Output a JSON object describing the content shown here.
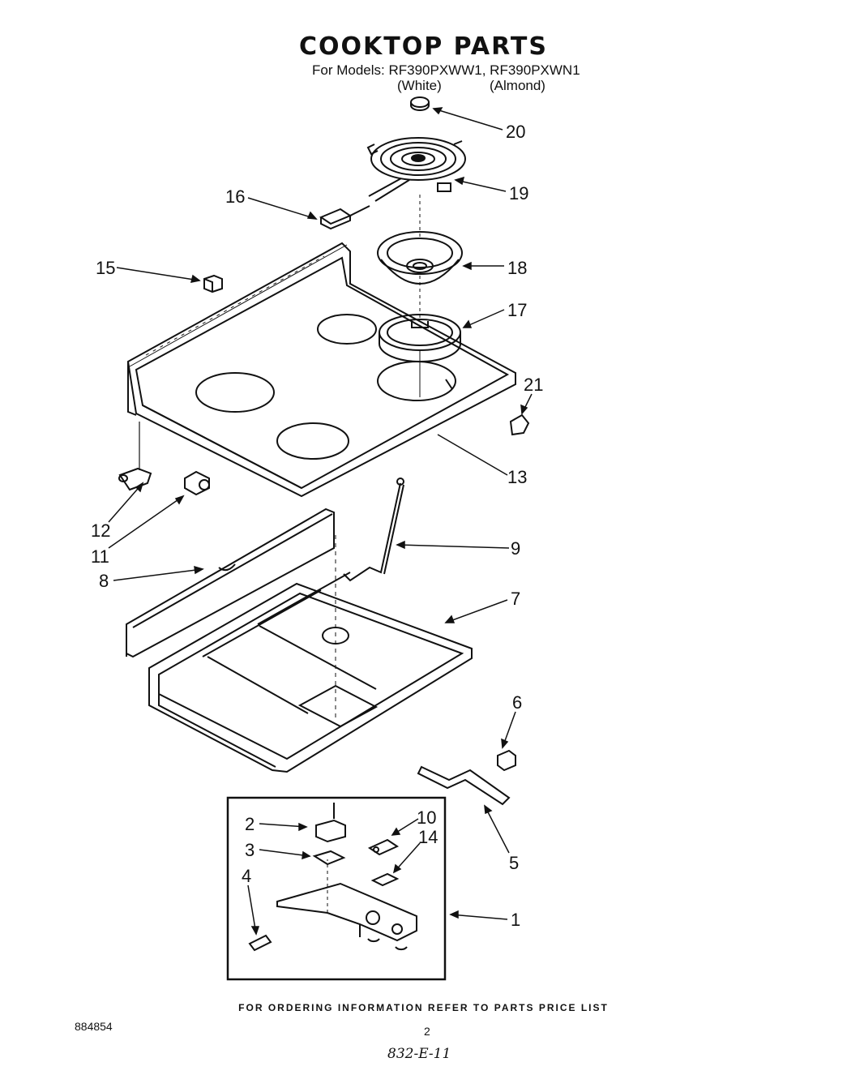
{
  "header": {
    "title": "COOKTOP PARTS",
    "models_line": "For Models: RF390PXWW1, RF390PXWN1",
    "variant_white": "(White)",
    "variant_almond": "(Almond)"
  },
  "callouts": [
    "20",
    "19",
    "16",
    "18",
    "15",
    "17",
    "21",
    "13",
    "12",
    "11",
    "9",
    "8",
    "7",
    "6",
    "2",
    "10",
    "14",
    "3",
    "4",
    "5",
    "1"
  ],
  "footer": {
    "ordering_note": "FOR ORDERING INFORMATION REFER TO PARTS PRICE LIST",
    "doc_number": "884854",
    "page_number": "2",
    "handwritten_code": "832-E-11"
  }
}
